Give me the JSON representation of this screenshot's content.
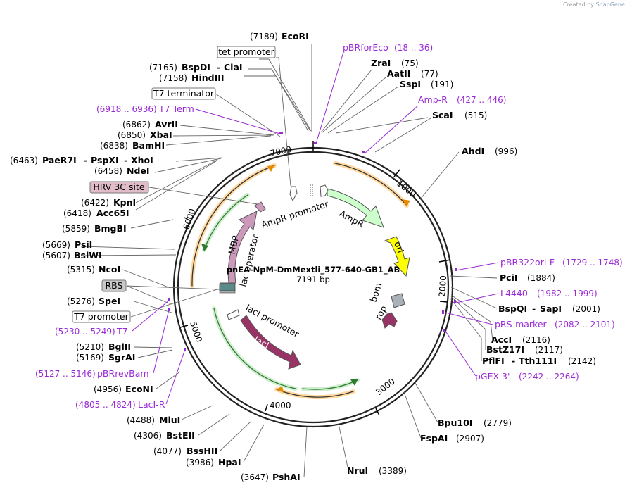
{
  "credit": {
    "prefix": "Created by",
    "brand": "SnapGene"
  },
  "plasmid": {
    "name": "pnEA-NpM-DmMextli_577-640-GB1_AB",
    "size": "7191 bp"
  },
  "ticks": [
    "1000",
    "2000",
    "3000",
    "4000",
    "5000",
    "6000",
    "7000"
  ],
  "sites": [
    {
      "pos": "(7189)",
      "name": "EcoRI"
    },
    {
      "pos": "(75)",
      "name": "ZraI"
    },
    {
      "pos": "(77)",
      "name": "AatII"
    },
    {
      "pos": "(191)",
      "name": "SspI"
    },
    {
      "pos": "(515)",
      "name": "ScaI"
    },
    {
      "pos": "(996)",
      "name": "AhdI"
    },
    {
      "pos": "(1884)",
      "name": "PciI"
    },
    {
      "pos": "(2001)",
      "name": "BspQI",
      "name2": "SapI"
    },
    {
      "pos": "(2116)",
      "name": "AccI"
    },
    {
      "pos": "(2117)",
      "name": "BstZ17I"
    },
    {
      "pos": "(2142)",
      "name": "PflFI",
      "name2": "Tth111I"
    },
    {
      "pos": "(2779)",
      "name": "Bpu10I"
    },
    {
      "pos": "(2907)",
      "name": "FspAI"
    },
    {
      "pos": "(3389)",
      "name": "NruI"
    },
    {
      "pos": "(3647)",
      "name": "PshAI"
    },
    {
      "pos": "(3986)",
      "name": "HpaI"
    },
    {
      "pos": "(4077)",
      "name": "BssHII"
    },
    {
      "pos": "(4306)",
      "name": "BstEII"
    },
    {
      "pos": "(4488)",
      "name": "MluI"
    },
    {
      "pos": "(4956)",
      "name": "EcoNI"
    },
    {
      "pos": "(5169)",
      "name": "SgrAI"
    },
    {
      "pos": "(5210)",
      "name": "BglII"
    },
    {
      "pos": "(5276)",
      "name": "SpeI"
    },
    {
      "pos": "(5315)",
      "name": "NcoI"
    },
    {
      "pos": "(5607)",
      "name": "BsiWI"
    },
    {
      "pos": "(5669)",
      "name": "PsiI"
    },
    {
      "pos": "(5859)",
      "name": "BmgBI"
    },
    {
      "pos": "(6418)",
      "name": "Acc65I"
    },
    {
      "pos": "(6422)",
      "name": "KpnI"
    },
    {
      "pos": "(6458)",
      "name": "NdeI"
    },
    {
      "pos": "(6463)",
      "name": "PaeR7I",
      "name2": "PspXI",
      "name3": "XhoI"
    },
    {
      "pos": "(6838)",
      "name": "BamHI"
    },
    {
      "pos": "(6850)",
      "name": "XbaI"
    },
    {
      "pos": "(6862)",
      "name": "AvrII"
    },
    {
      "pos": "(7158)",
      "name": "HindIII"
    },
    {
      "pos": "(7165)",
      "name": "BspDI",
      "name2": "ClaI"
    }
  ],
  "primers": [
    {
      "name": "pBRforEco",
      "range": "(18 .. 36)"
    },
    {
      "name": "Amp-R",
      "range": "(427 .. 446)"
    },
    {
      "name": "pBR322ori-F",
      "range": "(1729 .. 1748)"
    },
    {
      "name": "L4440",
      "range": "(1982 .. 1999)"
    },
    {
      "name": "pRS-marker",
      "range": "(2082 .. 2101)"
    },
    {
      "name": "pGEX 3'",
      "range": "(2242 .. 2264)"
    },
    {
      "name": "LacI-R",
      "range": "(4805 .. 4824)"
    },
    {
      "name": "pBRrevBam",
      "range": "(5127 .. 5146)"
    },
    {
      "name": "T7",
      "range": "(5230 .. 5249)"
    },
    {
      "name": "T7 Term",
      "range": "(6918 .. 6936)"
    }
  ],
  "boxed_features": [
    "tet promoter",
    "T7 terminator",
    "HRV 3C site",
    "RBS",
    "T7 promoter"
  ],
  "features": [
    "AmpR promoter",
    "AmpR",
    "ori",
    "bom",
    "rop",
    "lacI promoter",
    "lacI",
    "MBP",
    "lac operator"
  ],
  "colors": {
    "ampr": "#ccffcc",
    "ori": "#ffff00",
    "laci": "#993366",
    "mbp": "#cc99bb",
    "orf": "#ff9900",
    "primer": "#9a2ad6",
    "rop": "#993366",
    "bom": "#aaaaaa"
  }
}
